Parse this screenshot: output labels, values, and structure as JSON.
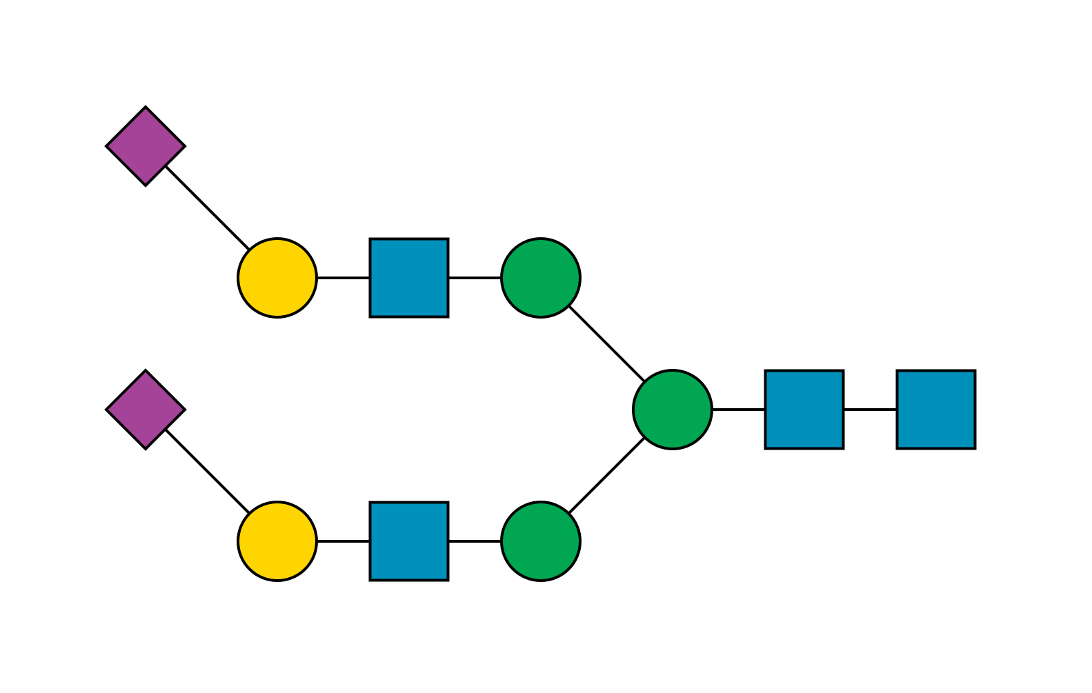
{
  "colors": {
    "background": "#ffffff",
    "outline": "#000000",
    "gal_yellow_circle": "#FED500",
    "glcnac_blue_square": "#0090BC",
    "man_green_circle": "#00A651",
    "neu5ac_purple_diamond": "#A54399"
  },
  "residues": [
    {
      "id": "r1",
      "shape": "square",
      "icon": "blue-square-icon",
      "fill": "#0090BC"
    },
    {
      "id": "r2",
      "shape": "square",
      "icon": "blue-square-icon",
      "fill": "#0090BC"
    },
    {
      "id": "r3",
      "shape": "circle",
      "icon": "green-circle-icon",
      "fill": "#00A651"
    },
    {
      "id": "r4",
      "shape": "circle",
      "icon": "green-circle-icon",
      "fill": "#00A651"
    },
    {
      "id": "r5",
      "shape": "circle",
      "icon": "green-circle-icon",
      "fill": "#00A651"
    },
    {
      "id": "r6",
      "shape": "square",
      "icon": "blue-square-icon",
      "fill": "#0090BC"
    },
    {
      "id": "r7",
      "shape": "square",
      "icon": "blue-square-icon",
      "fill": "#0090BC"
    },
    {
      "id": "r8",
      "shape": "circle",
      "icon": "yellow-circle-icon",
      "fill": "#FED500"
    },
    {
      "id": "r9",
      "shape": "circle",
      "icon": "yellow-circle-icon",
      "fill": "#FED500"
    },
    {
      "id": "r10",
      "shape": "diamond",
      "icon": "purple-diamond-icon",
      "fill": "#A54399"
    },
    {
      "id": "r11",
      "shape": "diamond",
      "icon": "purple-diamond-icon",
      "fill": "#A54399"
    }
  ],
  "bonds": [
    {
      "from": "r1",
      "to": "r2"
    },
    {
      "from": "r2",
      "to": "r3"
    },
    {
      "from": "r3",
      "to": "r4"
    },
    {
      "from": "r3",
      "to": "r5"
    },
    {
      "from": "r4",
      "to": "r6"
    },
    {
      "from": "r5",
      "to": "r7"
    },
    {
      "from": "r6",
      "to": "r8"
    },
    {
      "from": "r7",
      "to": "r9"
    },
    {
      "from": "r8",
      "to": "r10"
    },
    {
      "from": "r9",
      "to": "r11"
    }
  ]
}
